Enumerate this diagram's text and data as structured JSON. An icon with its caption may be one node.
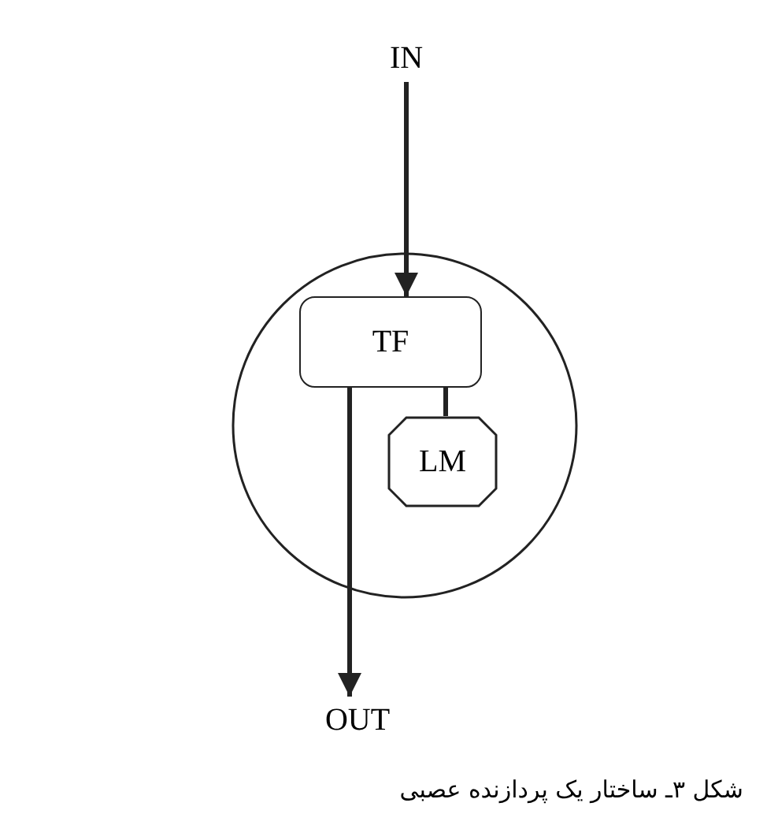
{
  "diagram": {
    "caption": "شکل ۳ـ ساختار یک پردازنده عصبی",
    "nodes": [
      {
        "text": [
          "IN"
        ]
      },
      {
        "text": [],
        "shape": "circle"
      },
      {
        "text": [
          "TF"
        ],
        "in": 1
      },
      {
        "text": [
          "LM"
        ],
        "in": 1
      },
      {
        "text": [
          "OUT"
        ]
      }
    ],
    "edges": [
      {
        "from": 0,
        "to": 2,
        "arrow": "to"
      },
      {
        "from": 2,
        "to": 3,
        "arrow": "none"
      },
      {
        "from": 2,
        "to": 4,
        "arrow": "to"
      }
    ]
  }
}
